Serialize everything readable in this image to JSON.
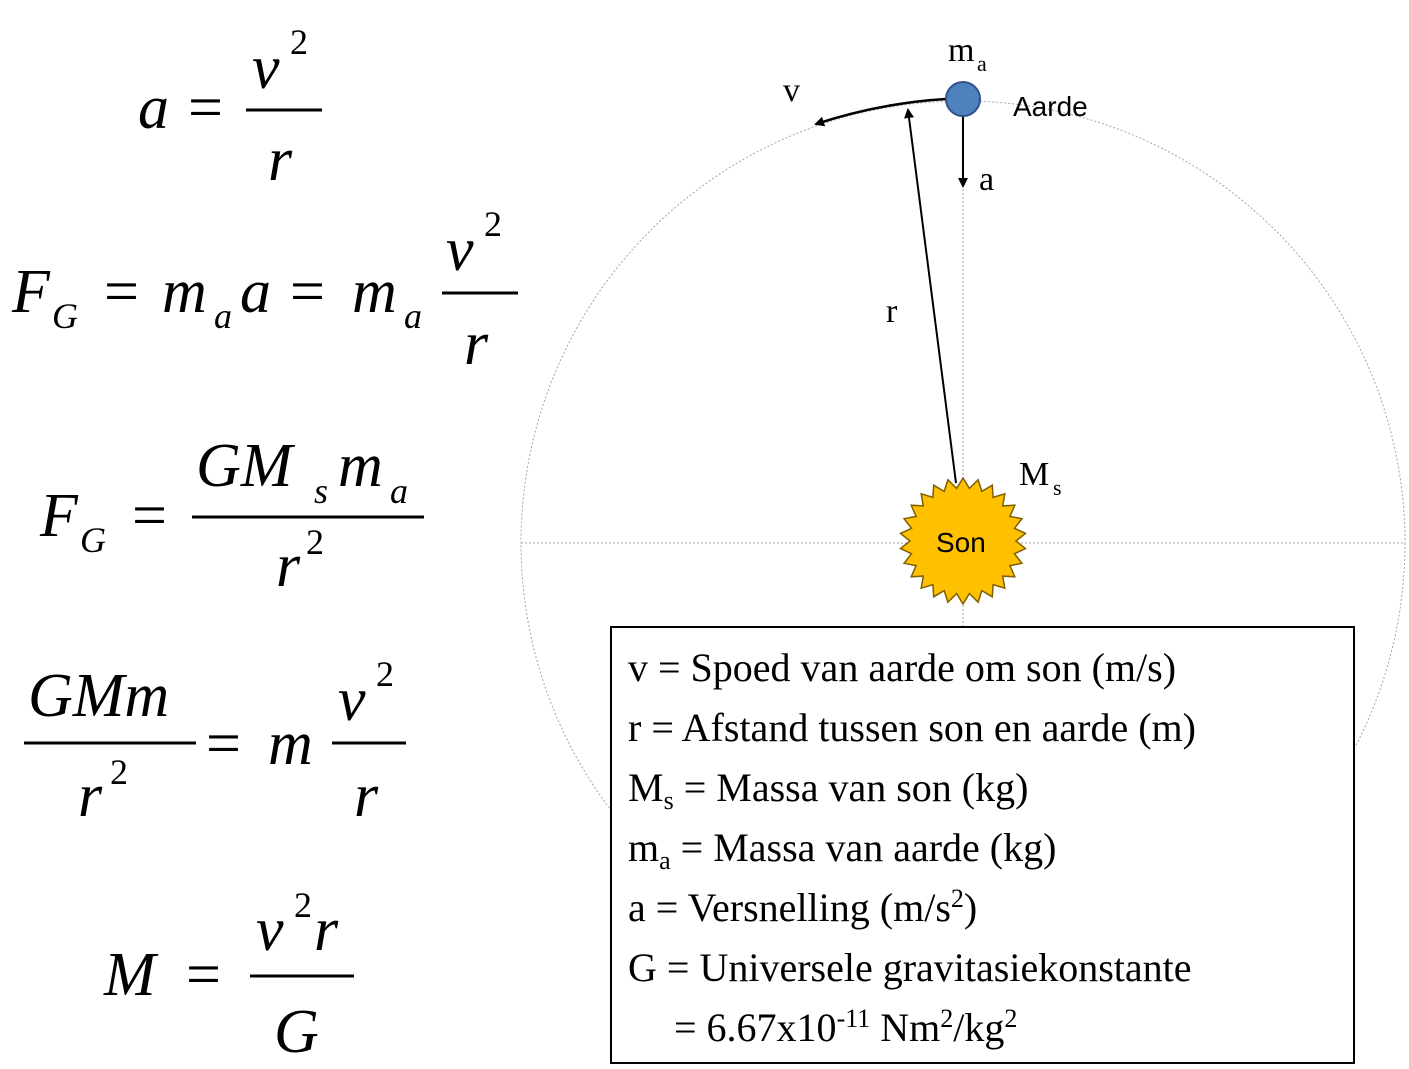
{
  "equations": {
    "eq1": {
      "lhs": "a",
      "eq": "=",
      "num": "v",
      "num_exp": "2",
      "den": "r"
    },
    "eq2": {
      "lhs": "F",
      "lhs_sub": "G",
      "eq1": "=",
      "m1": "m",
      "m1_sub": "a",
      "a": "a",
      "eq2": "=",
      "m2": "m",
      "m2_sub": "a",
      "num": "v",
      "num_exp": "2",
      "den": "r"
    },
    "eq3": {
      "lhs": "F",
      "lhs_sub": "G",
      "eq": "=",
      "num_a": "GM",
      "num_sub_s": "s",
      "num_b": "m",
      "num_sub_a": "a",
      "den": "r",
      "den_exp": "2"
    },
    "eq4": {
      "num": "GMm",
      "den": "r",
      "den_exp": "2",
      "eq": "=",
      "m": "m",
      "num2": "v",
      "num2_exp": "2",
      "den2": "r"
    },
    "eq5": {
      "lhs": "M",
      "eq": "=",
      "num_v": "v",
      "num_exp": "2",
      "num_r": "r",
      "den": "G"
    }
  },
  "diagram": {
    "earth_mass": "m",
    "earth_mass_sub": "a",
    "earth_label": "Aarde",
    "velocity_label": "v",
    "acceleration_label": "a",
    "radius_label": "r",
    "sun_mass": "M",
    "sun_mass_sub": "s",
    "sun_label": "Son",
    "colors": {
      "earth": "#4f81bd",
      "sun": "#ffc000",
      "sun_outline": "#b8860b",
      "orbit": "#a6a6a6"
    }
  },
  "legend": {
    "v_line": "v = Spoed van aarde om son (m/s)",
    "r_line": "r = Afstand tussen son en aarde (m)",
    "Ms_pre": "M",
    "Ms_sub": "s",
    "Ms_post": " = Massa van son (kg)",
    "ma_pre": "m",
    "ma_sub": "a",
    "ma_post": " = Massa van aarde (kg)",
    "a_pre": "a = Versnelling (m/s",
    "a_sup": "2",
    "a_post": ")",
    "G_line": "G = Universele gravitasiekonstante",
    "G_val_pre": "= 6.67x10",
    "G_val_exp": "-11",
    "G_val_mid": " Nm",
    "G_val_sup1": "2",
    "G_val_mid2": "/kg",
    "G_val_sup2": "2"
  }
}
